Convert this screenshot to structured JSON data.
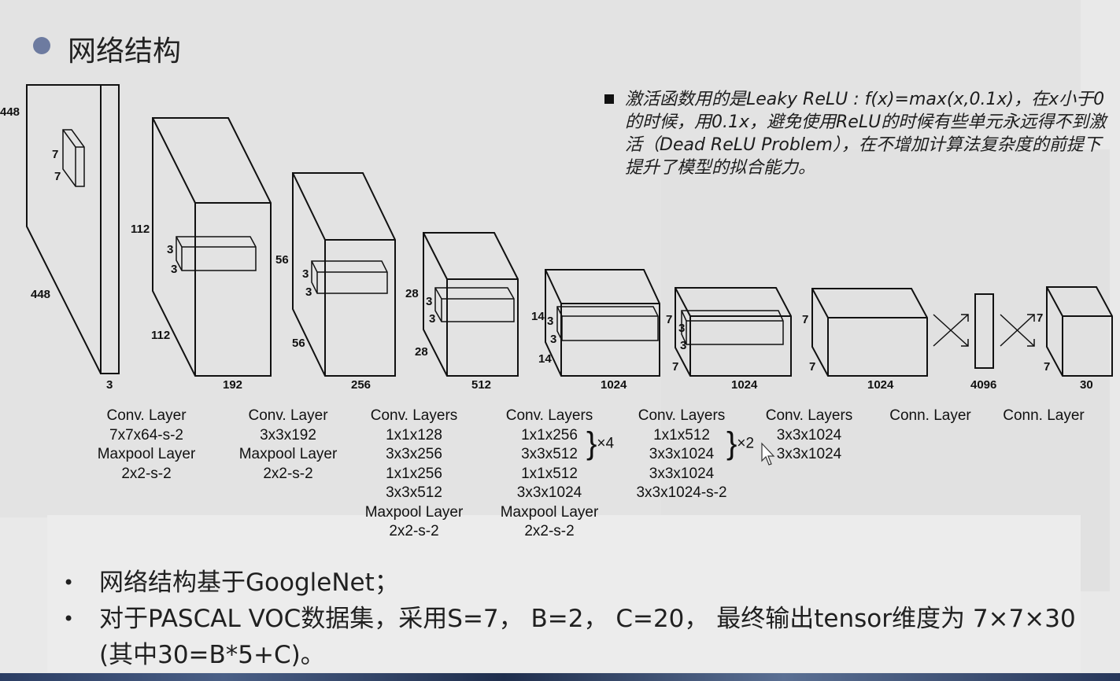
{
  "title": "网络结构",
  "note": "激活函数用的是Leaky ReLU : f(x)=max(x,0.1x)，在x小于0的时候，用0.1x，避免使用ReLU的时候有些单元永远得不到激活（Dead ReLU Problem），在不增加计算法复杂度的前提下提升了模型的拟合能力。",
  "dims": {
    "input_height": "448",
    "input_width": "448",
    "input_depth": "3",
    "kernel_h": "7",
    "kernel_w": "7",
    "b1_h": "112",
    "b1_w": "112",
    "b1_d": "192",
    "b1_k1": "3",
    "b1_k2": "3",
    "b2_h": "56",
    "b2_w": "56",
    "b2_d": "256",
    "b2_k1": "3",
    "b2_k2": "3",
    "b3_h": "28",
    "b3_w": "28",
    "b3_d": "512",
    "b3_k1": "3",
    "b3_k2": "3",
    "b4_h": "14",
    "b4_w": "14",
    "b4_d": "1024",
    "b4_k1": "3",
    "b4_k2": "3",
    "b5_h": "7",
    "b5_w": "7",
    "b5_d": "1024",
    "b5_k1": "3",
    "b5_k2": "3",
    "b6_h": "7",
    "b6_w": "7",
    "b6_d": "1024",
    "fc1": "4096",
    "out_h": "7",
    "out_w": "7",
    "out_d": "30"
  },
  "layers": [
    {
      "lines": [
        "Conv. Layer",
        "7x7x64-s-2",
        "Maxpool Layer",
        "2x2-s-2"
      ]
    },
    {
      "lines": [
        "Conv. Layer",
        "3x3x192",
        "Maxpool Layer",
        "2x2-s-2"
      ]
    },
    {
      "lines": [
        "Conv. Layers",
        "1x1x128",
        "3x3x256",
        "1x1x256",
        "3x3x512",
        "Maxpool Layer",
        "2x2-s-2"
      ]
    },
    {
      "lines": [
        "Conv. Layers",
        "1x1x256",
        "3x3x512",
        "1x1x512",
        "3x3x1024",
        "Maxpool Layer",
        "2x2-s-2"
      ]
    },
    {
      "lines": [
        "Conv. Layers",
        "1x1x512",
        "3x3x1024",
        "3x3x1024",
        "3x3x1024-s-2"
      ]
    },
    {
      "lines": [
        "Conv. Layers",
        "3x3x1024",
        "3x3x1024"
      ]
    },
    {
      "lines": [
        "Conn. Layer"
      ]
    },
    {
      "lines": [
        "Conn. Layer"
      ]
    }
  ],
  "repeats": {
    "block4": "×4",
    "block5": "×2"
  },
  "bullets": [
    "网络结构基于GoogleNet；",
    "对于PASCAL VOC数据集，采用S=7， B=2， C=20， 最终输出tensor维度为 7×7×30 (其中30=B*5+C)。"
  ],
  "colors": {
    "title_bullet": "#6d7ba0",
    "background": "#e9e9e9"
  }
}
